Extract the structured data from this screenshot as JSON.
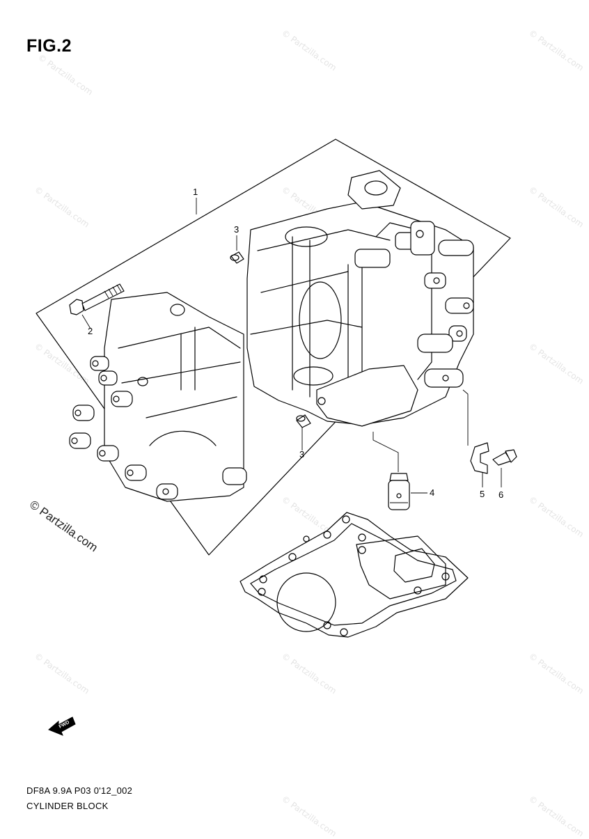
{
  "figure": {
    "title": "FIG.2"
  },
  "callouts": {
    "c1": "1",
    "c2": "2",
    "c3a": "3",
    "c3b": "3",
    "c4": "4",
    "c5": "5",
    "c6": "6"
  },
  "watermark": {
    "text": "© Partzilla.com"
  },
  "copyright": {
    "text": "© Partzilla.com"
  },
  "footer": {
    "code": "DF8A 9.9A P03 0'12_002",
    "caption": "CYLINDER BLOCK"
  },
  "icons": {
    "front_arrow": "front-arrow-icon",
    "front_label": "FWD"
  }
}
